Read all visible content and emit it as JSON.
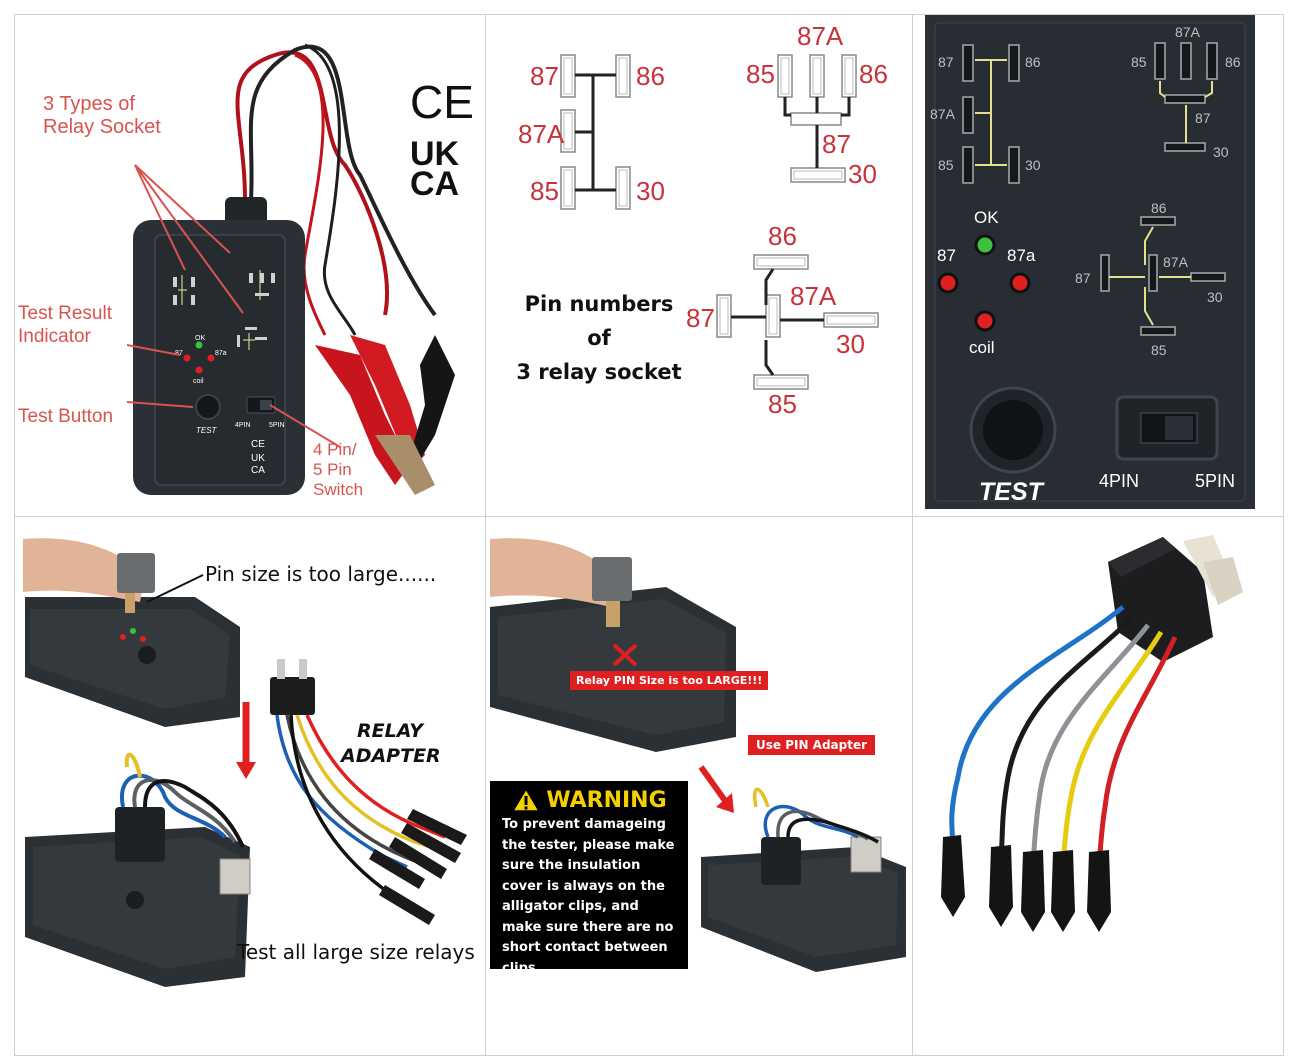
{
  "cell1": {
    "labels": {
      "socket_types": "3 Types of\nRelay Socket",
      "test_result": "Test Result\nIndicator",
      "test_button": "Test Button",
      "switch": "4 Pin/\n5 Pin\nSwitch"
    },
    "marks": {
      "ce": "CE",
      "ukca_top": "UK",
      "ukca_bottom": "CA"
    },
    "device_text": {
      "ok": "OK",
      "p87": "87",
      "p87a": "87a",
      "coil": "coil",
      "test": "TEST",
      "pin4": "4PIN",
      "pin5": "5PIN"
    }
  },
  "cell2": {
    "caption": [
      "Pin numbers",
      "of",
      "3 relay socket"
    ],
    "socket1": [
      "87",
      "86",
      "87A",
      "85",
      "30"
    ],
    "socket2": [
      "87A",
      "85",
      "86",
      "87",
      "30"
    ],
    "socket3": [
      "86",
      "87",
      "87A",
      "30",
      "85"
    ]
  },
  "cell3": {
    "socket1": [
      "87",
      "86",
      "87A",
      "85",
      "30"
    ],
    "socket2": [
      "87A",
      "85",
      "86",
      "87",
      "30"
    ],
    "socket3": [
      "86",
      "87",
      "87A",
      "30",
      "85"
    ],
    "leds": {
      "ok": "OK",
      "p87": "87",
      "p87a": "87a",
      "coil": "coil"
    },
    "test": "TEST",
    "pin4": "4PIN",
    "pin5": "5PIN"
  },
  "cell4": {
    "top_caption": "Pin size is too large......",
    "adapter_line1": "RELAY",
    "adapter_line2": "ADAPTER",
    "bottom_caption": "Test all large size relays"
  },
  "cell5": {
    "red_banner": "Relay PIN Size is too LARGE!!!",
    "use_adapter": "Use PIN Adapter",
    "warning_title": "WARNING",
    "warning_body": "To prevent damageing the tester, please make sure the insulation cover is always on the alligator clips, and make sure there are no short contact between clips."
  },
  "colors": {
    "label_red": "#d9534f",
    "pin_red": "#c8323a",
    "led_green": "#3cc23c",
    "led_red": "#e02020"
  }
}
